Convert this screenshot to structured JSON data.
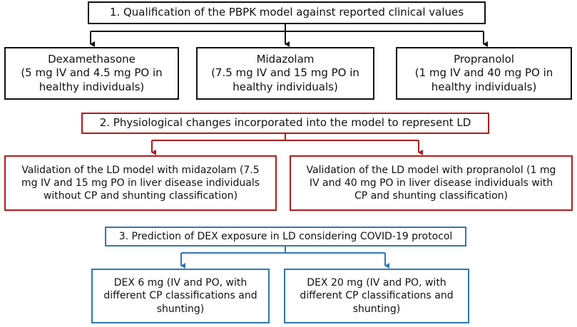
{
  "step1": {
    "title": "1. Qualification of the PBPK model against reported clinical values",
    "drugs": [
      {
        "name": "Dexamethasone",
        "detail_line1": "(5 mg IV and 4.5 mg PO in",
        "detail_line2": "healthy individuals)"
      },
      {
        "name": "Midazolam",
        "detail_line1": "(7.5 mg IV and 15 mg PO in",
        "detail_line2": "healthy individuals)"
      },
      {
        "name": "Propranolol",
        "detail_line1": "(1 mg IV and 40 mg PO in",
        "detail_line2": "healthy individuals)"
      }
    ]
  },
  "step2": {
    "title": "2. Physiological changes incorporated into the model to represent LD",
    "validations": [
      {
        "line1": "Validation of the LD model with midazolam (7.5",
        "line2": "mg IV and 15 mg PO in liver disease individuals",
        "line3": "without CP and shunting classification)"
      },
      {
        "line1": "Validation of the LD model with propranolol (1 mg",
        "line2": "IV and 40 mg PO in liver disease individuals with",
        "line3": "CP and shunting classification)"
      }
    ]
  },
  "step3": {
    "title": "3. Prediction of DEX exposure in LD considering COVID-19 protocol",
    "predictions": [
      {
        "line1": "DEX 6 mg (IV and PO, with",
        "line2": "different CP classifications and",
        "line3": "shunting)"
      },
      {
        "line1": "DEX 20 mg (IV and PO, with",
        "line2": "different CP classifications and",
        "line3": "shunting)"
      }
    ]
  },
  "colors": {
    "step1": "#111111",
    "step2": "#b01c1c",
    "step3": "#2e78b6"
  }
}
